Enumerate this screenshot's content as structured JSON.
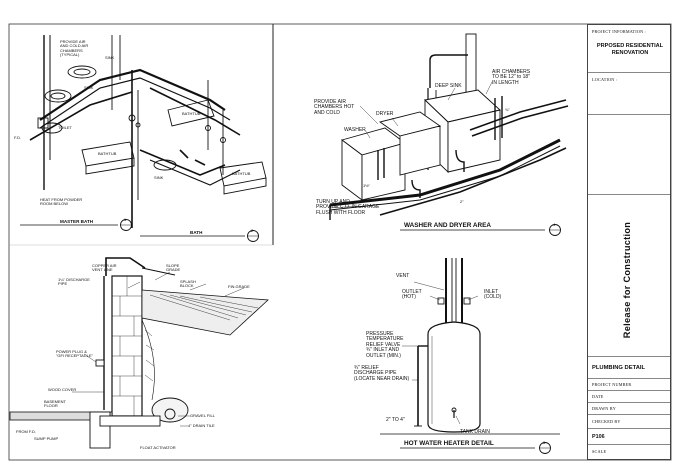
{
  "title_block": {
    "project_info_label": "PROJECT INFORMATION :",
    "project_name": "PRPOSED RESIDENTIAL RENOVATION",
    "location_label": "LOCATION :",
    "release_text": "Release for Construction",
    "sheet_title": "PLUMBING DETAIL",
    "project_number_label": "PROJECT NUMBER",
    "date_label": "DATE",
    "drawn_by_label": "DRAWN BY",
    "checked_by_label": "CHECKED BY",
    "sheet_number": "P106",
    "scale_label": "SCALE"
  },
  "bath_detail": {
    "labels": {
      "provide_air": "PROVIDE AIR\nAND COLD AIR\nCHAMBERS\n(TYPICAL)",
      "sink1": "SINK",
      "sink2": "SINK",
      "toilet": "TOILET",
      "bathtub": "BATHTUB",
      "heat_from": "HEAT FROM POWDER\nROOM BELOW",
      "bathtub2": "BATHTUB",
      "bathtub3": "BATHTUB",
      "sink3": "SINK",
      "fd": "F.D."
    },
    "title_master": "MASTER BATH",
    "title_bath": "BATH",
    "marker_1": "1",
    "marker_2": "2"
  },
  "washer_detail": {
    "labels": {
      "deep_sink": "DEEP SINK",
      "air_chambers": "AIR CHAMBERS\nTO BE 12\" to 18\"\nIN LENGTH",
      "provide_air": "PROVIDE AIR\nCHAMBERS HOT\nAND COLD",
      "dryer": "DRYER",
      "washer": "WASHER",
      "pipe_34": "¾\"",
      "pipe_112": "1½\"",
      "pipe_2": "2\"",
      "turn_up": "TURN UP AND\nPROVIDE C.O. IN GARAGE\nFLUSH WITH FLOOR"
    },
    "title": "WASHER AND DRYER AREA",
    "marker": "4"
  },
  "foundation_detail": {
    "labels": {
      "copper_vent": "COPPER AIR\nVENT LINE",
      "discharge": "1¼\" DISCHARGE\nPIPE",
      "slope_grade": "SLOPE\nGRADE",
      "splash": "SPLASH\nBLOCK",
      "fin_grade": "FIN.GRADE",
      "power_plug": "POWER PLUG &\n\"GFI RECEPTACLE\"",
      "wood_cover": "WOOD COVER",
      "basement": "BASEMENT\nFLOOR",
      "from_fd": "FROM F.D.",
      "sump_pump": "SUMP PUMP",
      "gravel": "GRAVEL FILL",
      "drain_tile": "4\" DRAIN TILE",
      "float": "FLOAT ACTIVATOR"
    }
  },
  "heater_detail": {
    "labels": {
      "vent": "VENT",
      "outlet": "OUTLET\n(HOT)",
      "inlet": "INLET\n(COLD)",
      "pressure": "PRESSURE\nTEMPERATURE\nRELIEF VALVE\n¾\" INLET AND\nOUTLET (MIN.)",
      "relief": "¾\" RELIEF\nDISCHARGE PIPE\n(LOCATE NEAR DRAIN)",
      "two_to_four": "2\" TO 4\"",
      "tank_drain": "TANK DRAIN"
    },
    "title": "HOT WATER HEATER DETAIL",
    "marker": "3"
  }
}
